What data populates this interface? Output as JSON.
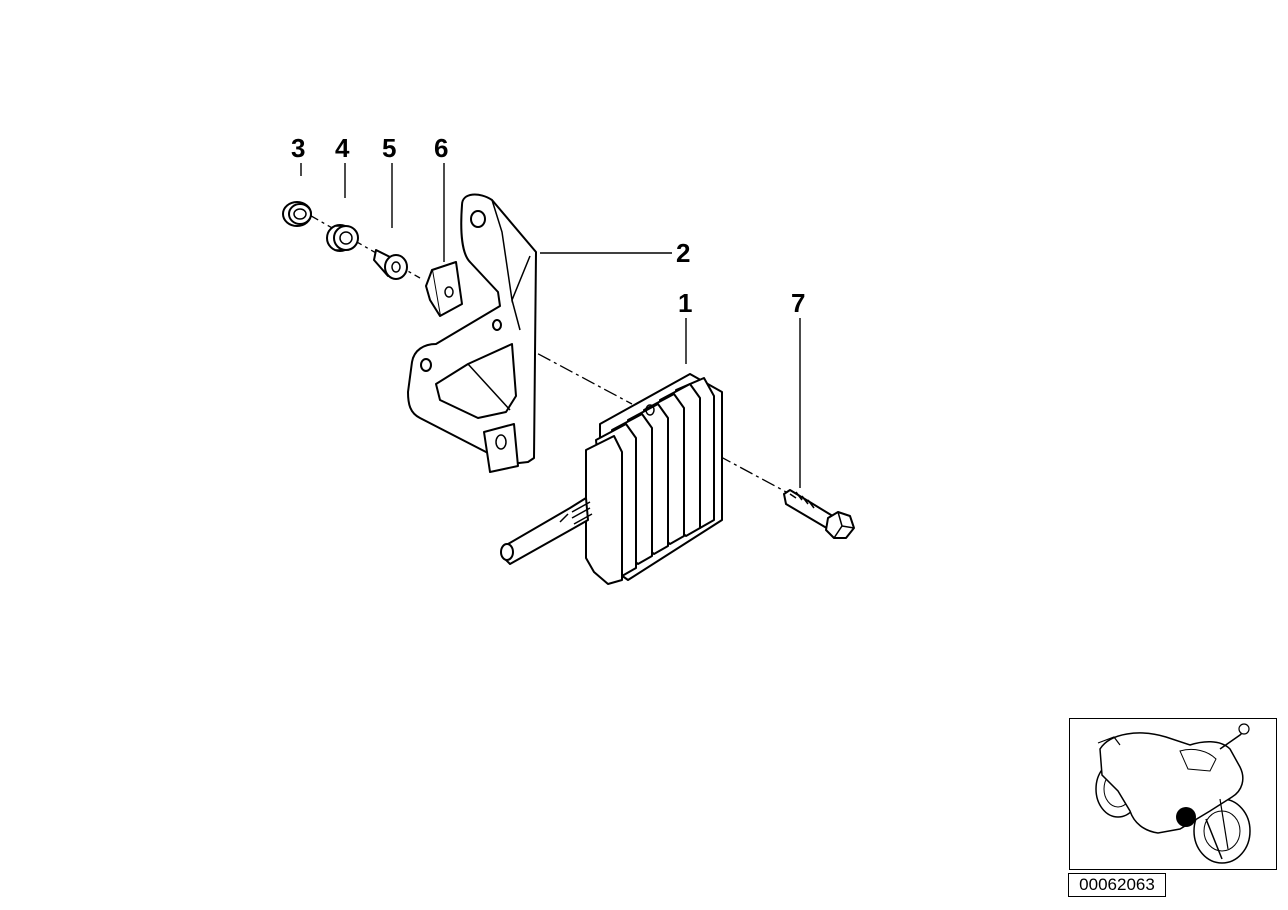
{
  "diagram": {
    "callouts": {
      "part_1": "1",
      "part_2": "2",
      "part_3": "3",
      "part_4": "4",
      "part_5": "5",
      "part_6": "6",
      "part_7": "7"
    },
    "reference_code": "00062063"
  },
  "icons": {
    "thumbnail": "motorcycle-location-icon"
  },
  "colors": {
    "line": "#000000",
    "background": "#ffffff"
  }
}
